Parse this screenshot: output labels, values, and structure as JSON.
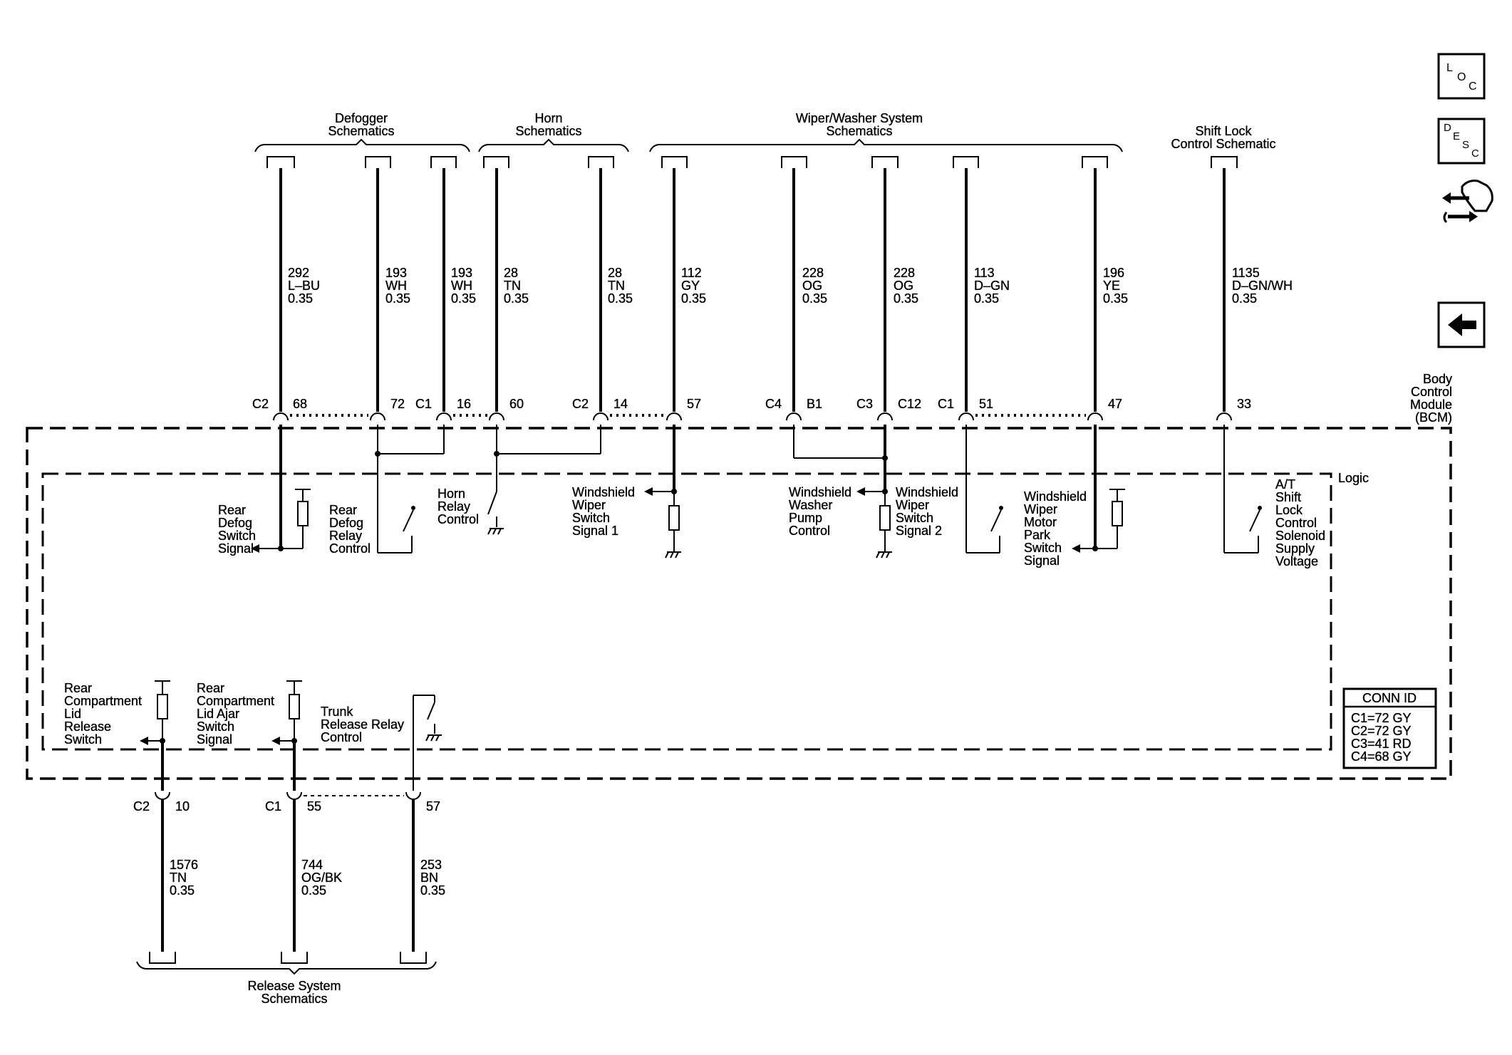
{
  "groups": {
    "defogger": [
      "Defogger",
      "Schematics"
    ],
    "horn": [
      "Horn",
      "Schematics"
    ],
    "wiper_washer": [
      "Wiper/Washer System",
      "Schematics"
    ],
    "shift_lock": [
      "Shift Lock",
      "Control Schematic"
    ],
    "release": [
      "Release System",
      "Schematics"
    ]
  },
  "module": {
    "name": [
      "Body",
      "Control",
      "Module",
      "(BCM)"
    ],
    "logic": "Logic"
  },
  "wires_top": [
    {
      "circuit": "292",
      "color": "L–BU",
      "gauge": "0.35",
      "conn": "C2",
      "pin": "68"
    },
    {
      "circuit": "193",
      "color": "WH",
      "gauge": "0.35",
      "conn": "",
      "pin": "72"
    },
    {
      "circuit": "193",
      "color": "WH",
      "gauge": "0.35",
      "conn": "C1",
      "pin": "16"
    },
    {
      "circuit": "28",
      "color": "TN",
      "gauge": "0.35",
      "conn": "",
      "pin": "60"
    },
    {
      "circuit": "28",
      "color": "TN",
      "gauge": "0.35",
      "conn": "C2",
      "pin": "14"
    },
    {
      "circuit": "112",
      "color": "GY",
      "gauge": "0.35",
      "conn": "",
      "pin": "57"
    },
    {
      "circuit": "228",
      "color": "OG",
      "gauge": "0.35",
      "conn": "C4",
      "pin": "B1"
    },
    {
      "circuit": "228",
      "color": "OG",
      "gauge": "0.35",
      "conn": "C3",
      "pin": "C12"
    },
    {
      "circuit": "113",
      "color": "D–GN",
      "gauge": "0.35",
      "conn": "C1",
      "pin": "51"
    },
    {
      "circuit": "196",
      "color": "YE",
      "gauge": "0.35",
      "conn": "",
      "pin": "47"
    },
    {
      "circuit": "1135",
      "color": "D–GN/WH",
      "gauge": "0.35",
      "conn": "",
      "pin": "33"
    }
  ],
  "wires_bottom": [
    {
      "circuit": "1576",
      "color": "TN",
      "gauge": "0.35",
      "conn": "C2",
      "pin": "10"
    },
    {
      "circuit": "744",
      "color": "OG/BK",
      "gauge": "0.35",
      "conn": "C1",
      "pin": "55"
    },
    {
      "circuit": "253",
      "color": "BN",
      "gauge": "0.35",
      "conn": "",
      "pin": "57"
    }
  ],
  "functions": {
    "rear_defog_switch": [
      "Rear",
      "Defog",
      "Switch",
      "Signal"
    ],
    "rear_defog_relay": [
      "Rear",
      "Defog",
      "Relay",
      "Control"
    ],
    "horn_relay": [
      "Horn",
      "Relay",
      "Control"
    ],
    "ws_wiper_switch_1": [
      "Windshield",
      "Wiper",
      "Switch",
      "Signal 1"
    ],
    "ws_washer_pump": [
      "Windshield",
      "Washer",
      "Pump",
      "Control"
    ],
    "ws_wiper_switch_2": [
      "Windshield",
      "Wiper",
      "Switch",
      "Signal 2"
    ],
    "ws_wiper_motor_park": [
      "Windshield",
      "Wiper",
      "Motor",
      "Park",
      "Switch",
      "Signal"
    ],
    "at_shift_lock": [
      "A/T",
      "Shift",
      "Lock",
      "Control",
      "Solenoid",
      "Supply",
      "Voltage"
    ],
    "rear_comp_lid_release": [
      "Rear",
      "Compartment",
      "Lid",
      "Release",
      "Switch"
    ],
    "rear_comp_lid_ajar": [
      "Rear",
      "Compartment",
      "Lid Ajar",
      "Switch",
      "Signal"
    ],
    "trunk_release_relay": [
      "Trunk",
      "Release Relay",
      "Control"
    ]
  },
  "conn_id": {
    "title": "CONN ID",
    "rows": [
      "C1=72 GY",
      "C2=72 GY",
      "C3=41 RD",
      "C4=68 GY"
    ]
  },
  "nav": {
    "loc": [
      "L",
      "O",
      "C"
    ],
    "desc": [
      "D",
      "E",
      "S",
      "C"
    ]
  }
}
